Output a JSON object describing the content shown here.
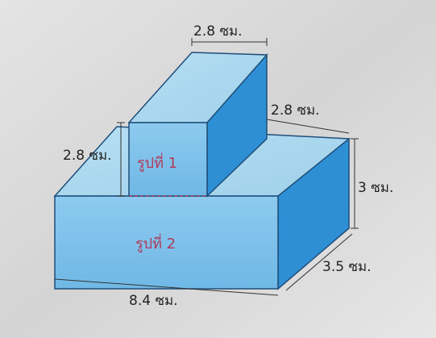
{
  "figure": {
    "labels": {
      "top_width": "2.8 ซม.",
      "step_depth": "2.8 ซม.",
      "left_height": "2.8 ซม.",
      "right_height": "3 ซม.",
      "depth": "3.5 ซม.",
      "bottom_length": "8.4 ซม."
    },
    "regions": {
      "upper": "รูปที่ 1",
      "lower": "รูปที่ 2"
    },
    "colors": {
      "front": "#7ec2ea",
      "top": "#a9d8ef",
      "side": "#2f8fd4",
      "edge": "#1f4e7a",
      "background": "#d9d9d9"
    }
  }
}
